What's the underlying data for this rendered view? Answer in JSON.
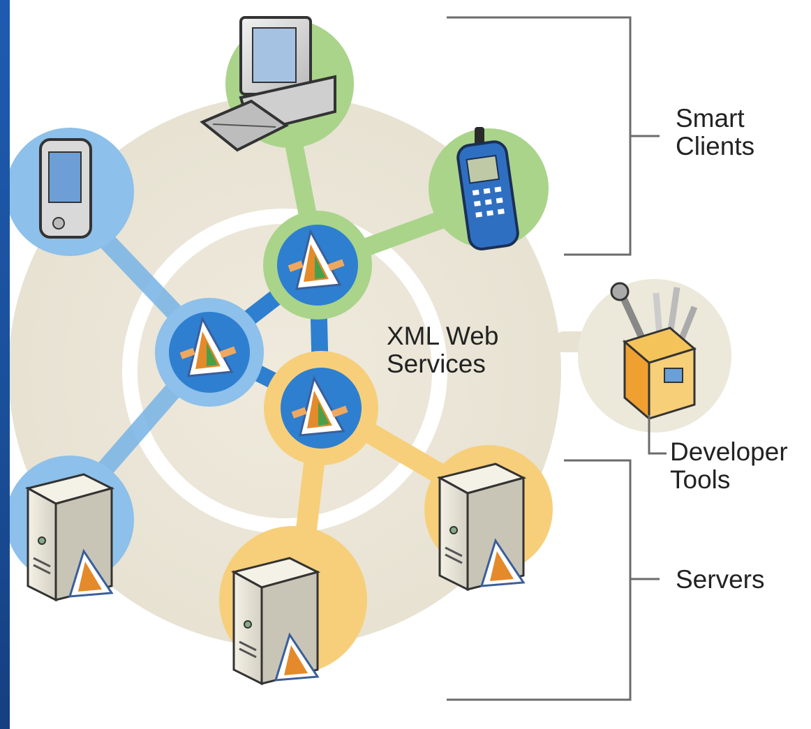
{
  "labels": {
    "smart_clients": [
      "Smart",
      "Clients"
    ],
    "xml_web_services": [
      "XML Web",
      "Services"
    ],
    "developer_tools": [
      "Developer",
      "Tools"
    ],
    "servers": "Servers"
  },
  "icons": {
    "clients": [
      "pda-icon",
      "desktop-computer-icon",
      "mobile-phone-icon"
    ],
    "hubs": [
      "web-service-icon",
      "web-service-icon",
      "web-service-icon"
    ],
    "tools": "developer-tools-icon",
    "servers": [
      "server-icon",
      "server-icon",
      "server-icon"
    ]
  },
  "colors": {
    "background_blue": "#1a4f9c",
    "ring_beige": "#ede9dc",
    "client_green": "#a9d48a",
    "hub_blue": "#5b9fd9",
    "server_orange": "#f7cf7a"
  }
}
